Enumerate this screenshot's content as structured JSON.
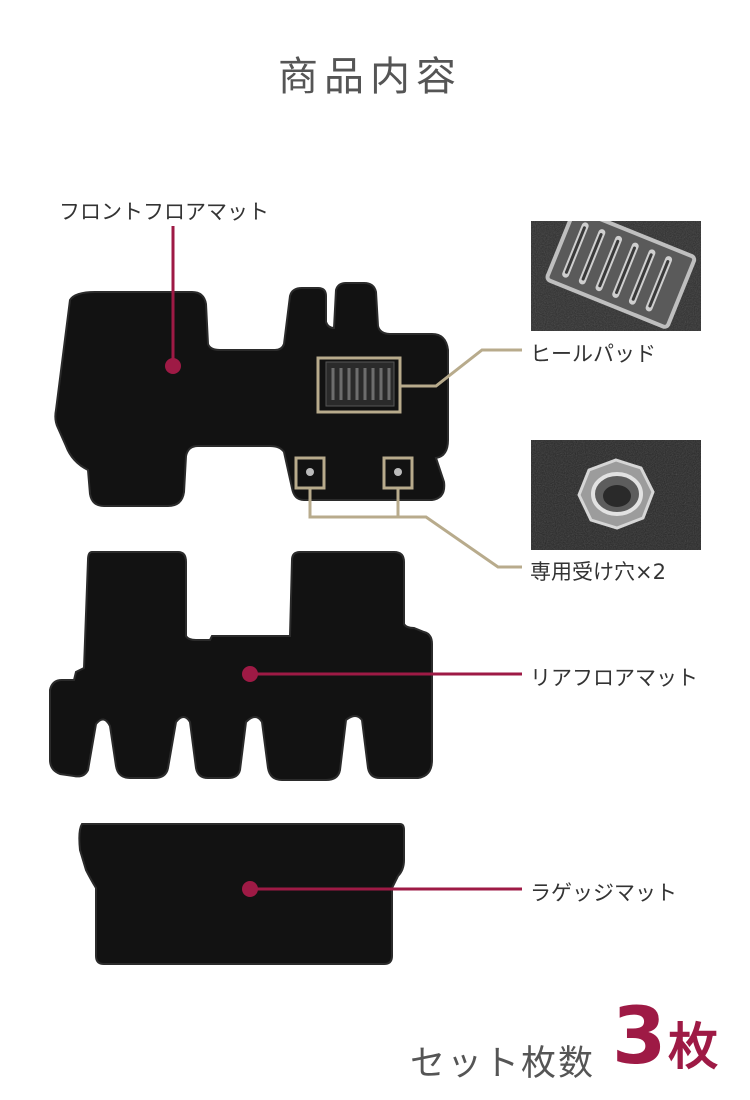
{
  "title": "商品内容",
  "callouts": {
    "front": "フロントフロアマット",
    "heel_pad": "ヒールパッド",
    "holes": "専用受け穴×2",
    "rear": "リアフロアマット",
    "luggage": "ラゲッジマット"
  },
  "set_count": {
    "label": "セット枚数",
    "value": "3",
    "unit": "枚"
  },
  "colors": {
    "accent": "#9e1a45",
    "leader_beige": "#b8ab8c",
    "mat": "#111111"
  }
}
